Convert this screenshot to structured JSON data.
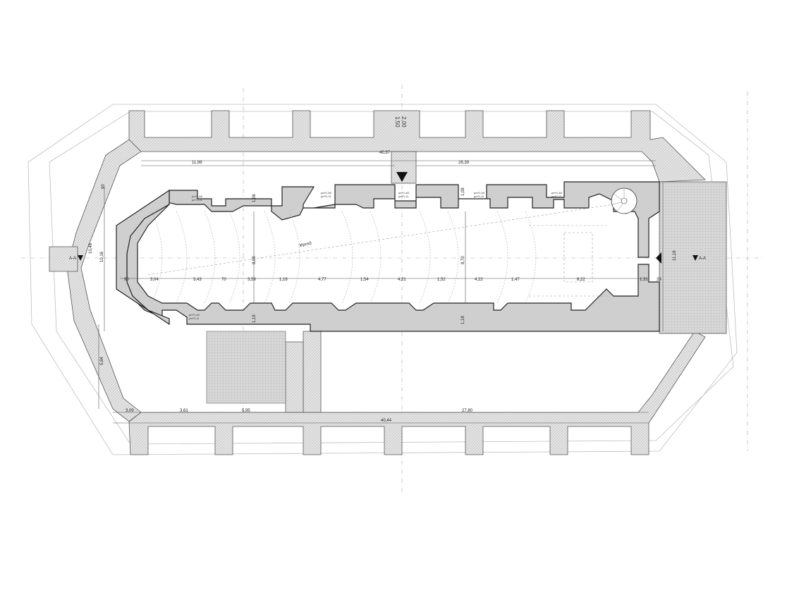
{
  "drawing": {
    "scale_label": "1:50",
    "scale_value": "2,00",
    "section_label": "A-A",
    "stair_label": "lépcső",
    "inner_dimensions": [
      "11,98",
      "28,39",
      "40,37",
      "10,46",
      "10,16",
      "5,84",
      "3,09",
      "3,61",
      "5,95",
      "27,80",
      "40,44"
    ],
    "nave_dimensions": [
      "90",
      "3,04",
      "3,43",
      "70",
      "3,59",
      "1,16",
      "4,77",
      "1,54",
      "4,21",
      "1,52",
      "4,22",
      "1,47",
      "8,22",
      "1,31",
      "29"
    ],
    "vertical_dimensions": [
      "8,09",
      "8,70",
      "11,18",
      "1,06",
      "1,08",
      "1,19",
      "1,18",
      "90"
    ],
    "window_note_1": "pm¹1,48",
    "window_note_2": "pm¹1,11",
    "pillar_note": "pm¹1,11"
  }
}
